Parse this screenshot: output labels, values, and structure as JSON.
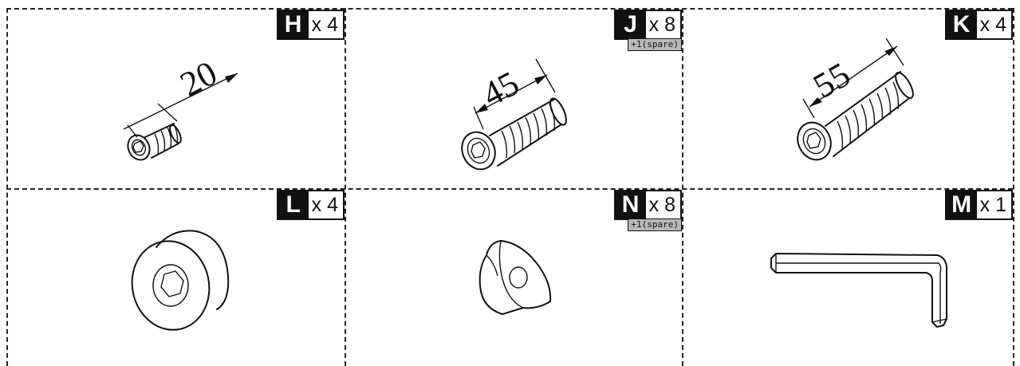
{
  "parts": [
    {
      "letter": "H",
      "qty": "x 4",
      "dimension": "20",
      "icon": "short-socket-screw-icon"
    },
    {
      "letter": "J",
      "qty": "x 8",
      "spare": "+1(spare)",
      "dimension": "45",
      "icon": "medium-socket-screw-icon"
    },
    {
      "letter": "K",
      "qty": "x 4",
      "dimension": "55",
      "icon": "long-socket-screw-icon"
    },
    {
      "letter": "L",
      "qty": "x 4",
      "icon": "round-spacer-icon"
    },
    {
      "letter": "N",
      "qty": "x 8",
      "spare": "+1(spare)",
      "icon": "curved-washer-icon"
    },
    {
      "letter": "M",
      "qty": "x 1",
      "icon": "hex-key-icon"
    }
  ]
}
